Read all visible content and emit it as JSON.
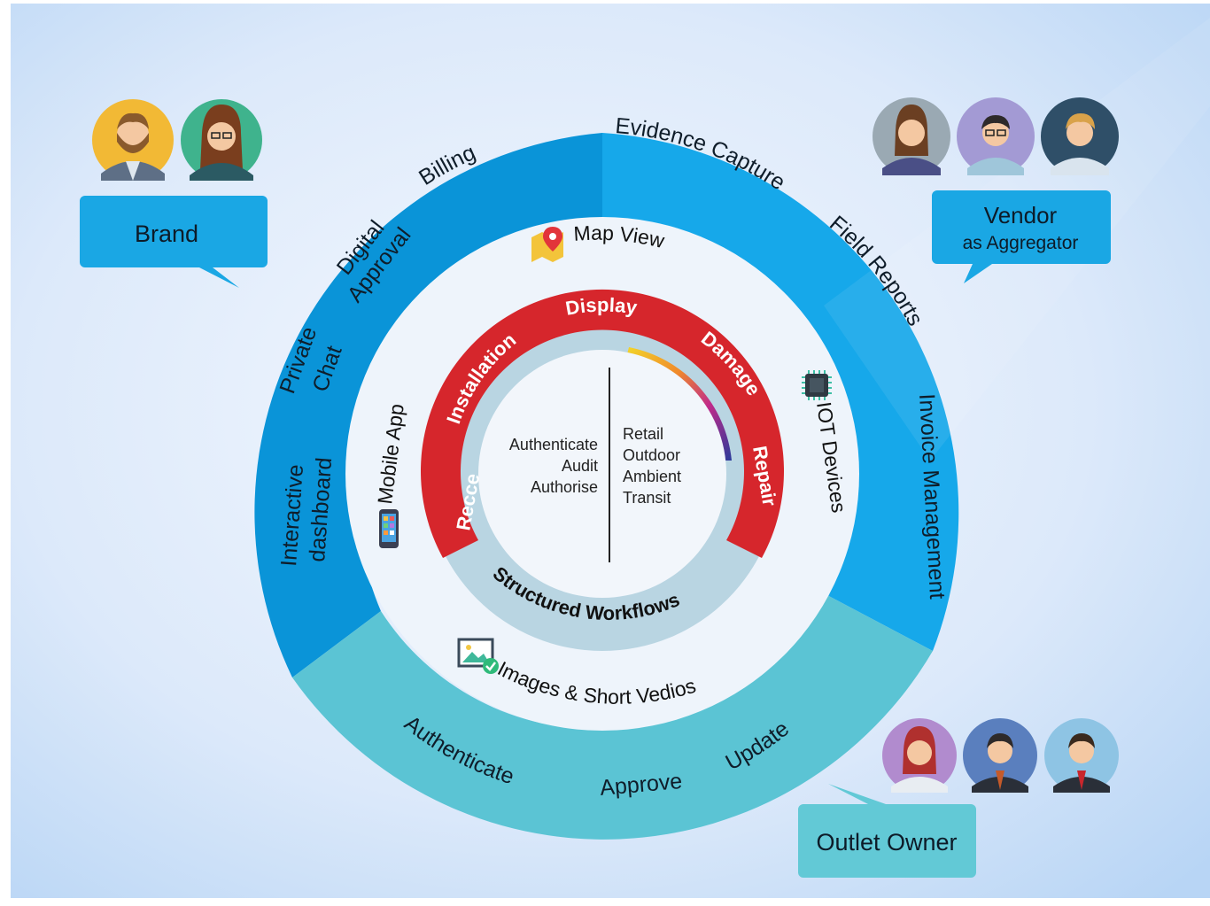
{
  "colors": {
    "background_light": "#e8f1fc",
    "background_edge": "#b9d6f5",
    "brand_blue": "#0a94d8",
    "vendor_blue": "#16a8ea",
    "outlet_teal": "#5bc4d4",
    "inner_light": "#eef4fb",
    "core_red": "#d6262c",
    "workflow_gray": "#b9d5e2",
    "callout_fill": "#1aa7e4",
    "callout_teal": "#62c9d6"
  },
  "outer_ring": {
    "brand_labels": [
      "Billing",
      "Digital",
      "Approval",
      "Private",
      "Chat",
      "Interactive",
      "dashboard"
    ],
    "vendor_labels": [
      "Evidence Capture",
      "Field Reports",
      "Invoice Management"
    ],
    "outlet_labels": [
      "Authenticate",
      "Approve",
      "Update"
    ]
  },
  "inner_ring": {
    "map_view": "Map View",
    "mobile_app": "Mobile App",
    "iot_devices": "IOT Devices",
    "images_videos": "Images & Short Vedios",
    "icons": [
      "map-pin-icon",
      "smartphone-icon",
      "chip-icon",
      "image-check-icon"
    ]
  },
  "core": {
    "stages": [
      "Recce",
      "Installation",
      "Display",
      "Damage",
      "Repair"
    ],
    "workflow_label": "Structured Workflows",
    "left_list": [
      "Authenticate",
      "Audit",
      "Authorise"
    ],
    "right_list": [
      "Retail",
      "Outdoor",
      "Ambient",
      "Transit"
    ]
  },
  "callouts": {
    "brand": "Brand",
    "vendor_title": "Vendor",
    "vendor_sub": "as Aggregator",
    "outlet": "Outlet Owner"
  },
  "avatars": {
    "brand": [
      "avatar-bearded-man",
      "avatar-woman-glasses"
    ],
    "vendor": [
      "avatar-woman",
      "avatar-man-glasses",
      "avatar-man"
    ],
    "outlet": [
      "avatar-woman",
      "avatar-man-tie",
      "avatar-man-tie"
    ]
  }
}
